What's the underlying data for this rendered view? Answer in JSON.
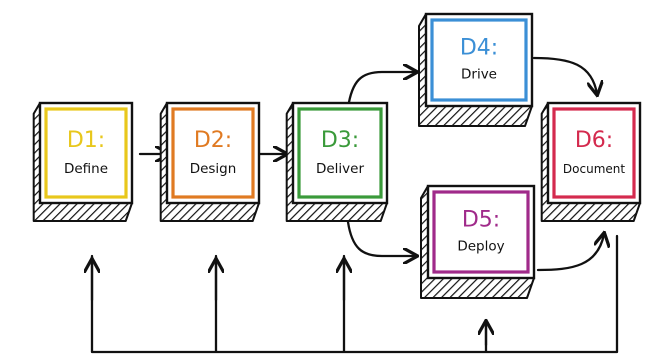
{
  "diagram": {
    "boxes": [
      {
        "id": "d1",
        "code": "D1:",
        "name": "Define",
        "color": "#e8c71c"
      },
      {
        "id": "d2",
        "code": "D2:",
        "name": "Design",
        "color": "#e07a22"
      },
      {
        "id": "d3",
        "code": "D3:",
        "name": "Deliver",
        "color": "#3a9a3a"
      },
      {
        "id": "d4",
        "code": "D4:",
        "name": "Drive",
        "color": "#3b8fd6"
      },
      {
        "id": "d5",
        "code": "D5:",
        "name": "Deploy",
        "color": "#a02a8a"
      },
      {
        "id": "d6",
        "code": "D6:",
        "name": "Document",
        "color": "#d42a4e"
      }
    ],
    "line_color": "#111111"
  }
}
